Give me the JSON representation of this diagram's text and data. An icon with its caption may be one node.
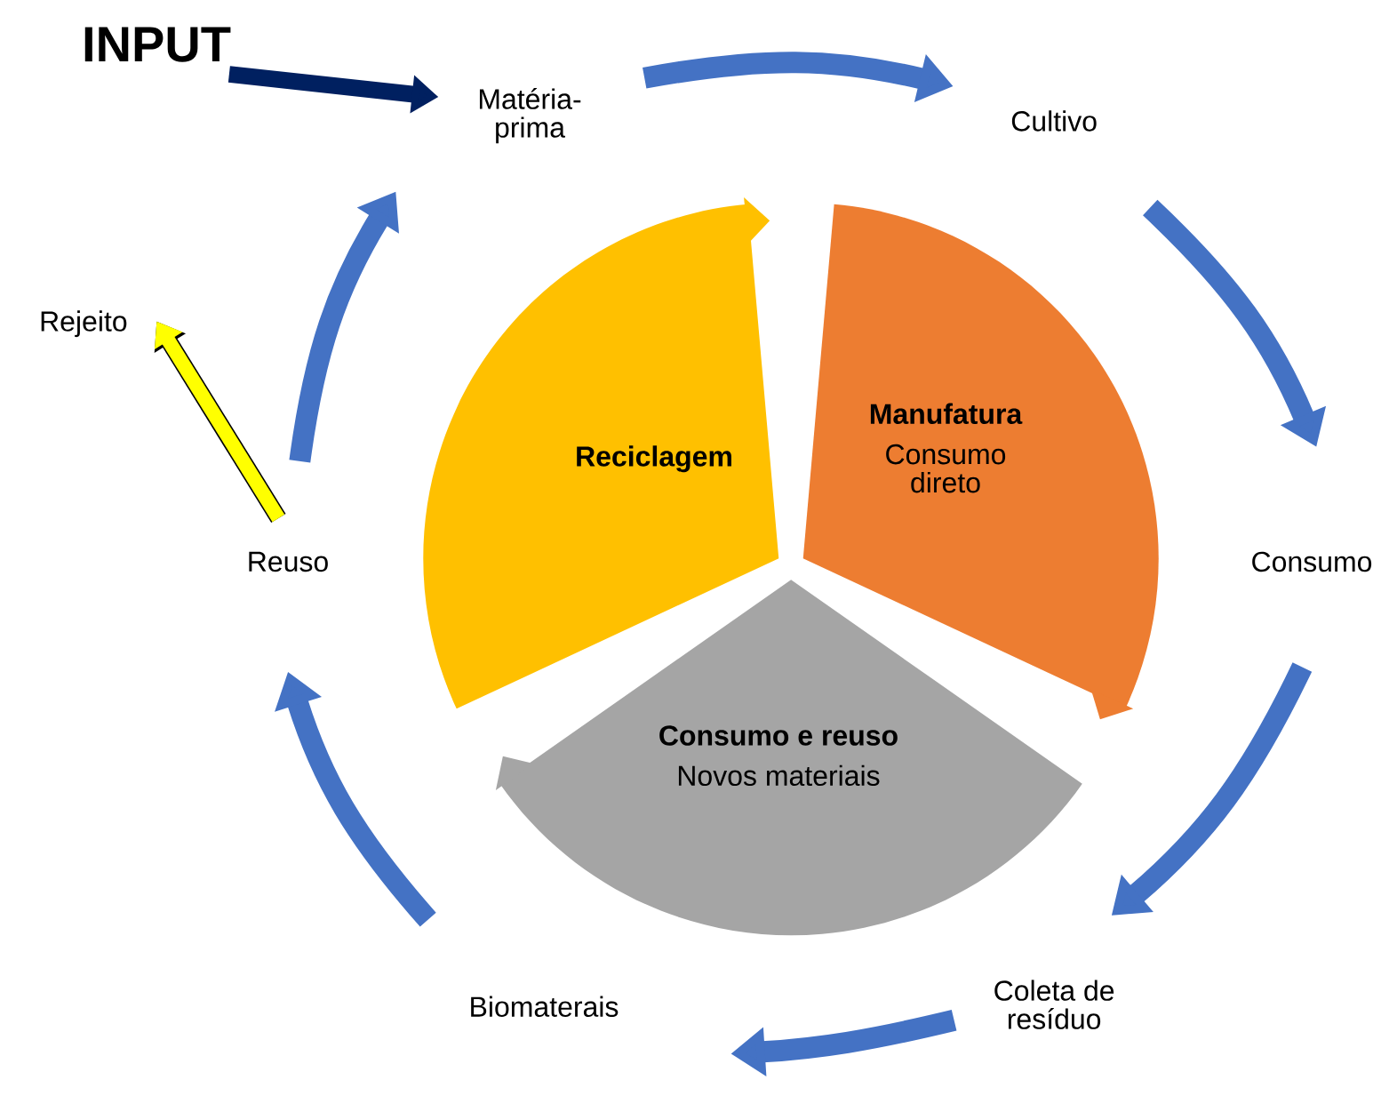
{
  "diagram": {
    "nodes": [
      {
        "text": [
          "INPUT"
        ]
      },
      {
        "text": [
          "Matéria-prima"
        ]
      },
      {
        "text": [
          "Cultivo"
        ]
      },
      {
        "text": [
          "Consumo"
        ]
      },
      {
        "text": [
          "Coleta de resíduo"
        ]
      },
      {
        "text": [
          "Biomaterais"
        ]
      },
      {
        "text": [
          "Reuso"
        ]
      },
      {
        "text": [
          "Rejeito"
        ]
      },
      {
        "text": [
          "Reciclagem"
        ]
      },
      {
        "text": [
          "Manufatura",
          "Consumo direto"
        ]
      },
      {
        "text": [
          "Consumo e reuso",
          "Novos materiais"
        ]
      }
    ],
    "edges": [
      {
        "from": 0,
        "to": 1,
        "arrow": "to",
        "color": "#002060"
      },
      {
        "from": 1,
        "to": 2,
        "arrow": "to"
      },
      {
        "from": 2,
        "to": 3,
        "arrow": "to"
      },
      {
        "from": 3,
        "to": 4,
        "arrow": "to"
      },
      {
        "from": 4,
        "to": 5,
        "arrow": "to"
      },
      {
        "from": 5,
        "to": 6,
        "arrow": "to"
      },
      {
        "from": 6,
        "to": 1,
        "arrow": "to"
      },
      {
        "from": 6,
        "to": 7,
        "arrow": "to",
        "color": "#ffff00"
      }
    ]
  }
}
